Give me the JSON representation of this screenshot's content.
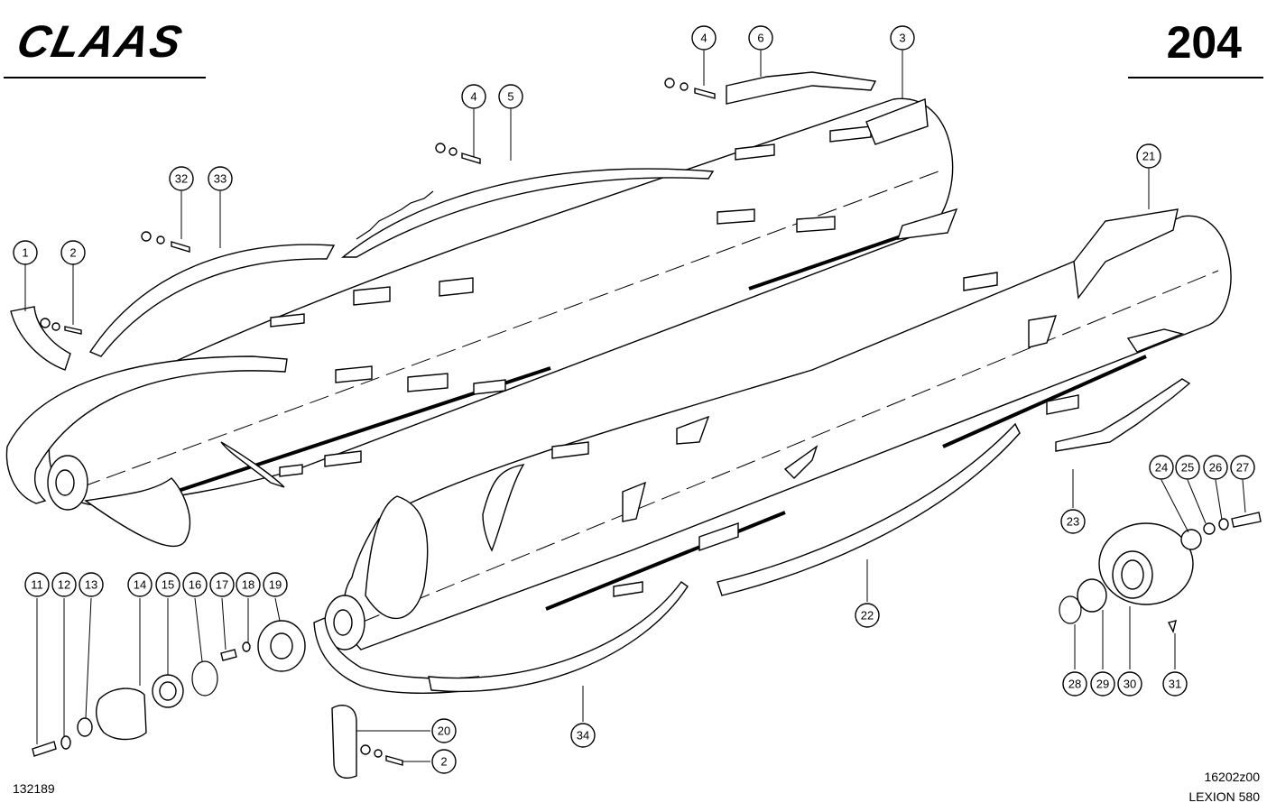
{
  "header": {
    "brand": "CLAAS",
    "page_number": "204"
  },
  "footer": {
    "figure_code": "16202z00",
    "model": "LEXION 580",
    "drawing_number": "132189"
  },
  "callouts": {
    "c1": "1",
    "c2": "2",
    "c2b": "2",
    "c3": "3",
    "c4": "4",
    "c4b": "4",
    "c5": "5",
    "c6": "6",
    "c11": "11",
    "c12": "12",
    "c13": "13",
    "c14": "14",
    "c15": "15",
    "c16": "16",
    "c17": "17",
    "c18": "18",
    "c19": "19",
    "c20": "20",
    "c21": "21",
    "c22": "22",
    "c23": "23",
    "c24": "24",
    "c25": "25",
    "c26": "26",
    "c27": "27",
    "c28": "28",
    "c29": "29",
    "c30": "30",
    "c31": "31",
    "c32": "32",
    "c33": "33",
    "c34": "34"
  }
}
